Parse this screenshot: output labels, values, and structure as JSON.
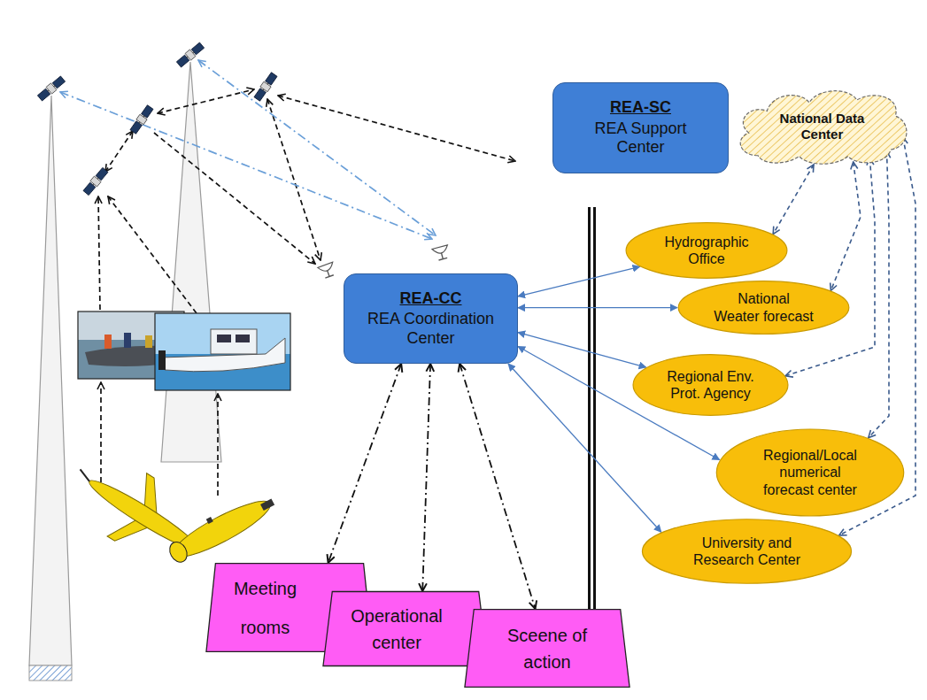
{
  "diagram": {
    "nodes": [
      {
        "text": [
          "REA-SC",
          "REA Support Center"
        ]
      },
      {
        "text": [
          "National Data Center"
        ]
      },
      {
        "text": [
          "REA-CC",
          "REA Coordination Center"
        ]
      },
      {
        "text": [
          "Hydrographic Office"
        ]
      },
      {
        "text": [
          "National Weater forecast"
        ]
      },
      {
        "text": [
          "Regional Env. Prot. Agency"
        ]
      },
      {
        "text": [
          "Regional/Local numerical forecast center"
        ]
      },
      {
        "text": [
          "University and Research Center"
        ]
      },
      {
        "text": [
          "Meeting rooms"
        ]
      },
      {
        "text": [
          "Operational center"
        ]
      },
      {
        "text": [
          "Sceene of action"
        ]
      }
    ],
    "edges": [
      {
        "from": 2,
        "to": 3,
        "arrow": "both"
      },
      {
        "from": 2,
        "to": 4,
        "arrow": "both"
      },
      {
        "from": 2,
        "to": 5,
        "arrow": "both"
      },
      {
        "from": 2,
        "to": 6,
        "arrow": "both"
      },
      {
        "from": 2,
        "to": 7,
        "arrow": "both"
      },
      {
        "from": 1,
        "to": 3,
        "arrow": "both"
      },
      {
        "from": 1,
        "to": 4,
        "arrow": "both"
      },
      {
        "from": 1,
        "to": 5,
        "arrow": "both"
      },
      {
        "from": 1,
        "to": 6,
        "arrow": "both"
      },
      {
        "from": 1,
        "to": 7,
        "arrow": "both"
      },
      {
        "from": 2,
        "to": 8,
        "arrow": "both"
      },
      {
        "from": 2,
        "to": 9,
        "arrow": "both"
      },
      {
        "from": 2,
        "to": 10,
        "arrow": "both"
      }
    ]
  }
}
